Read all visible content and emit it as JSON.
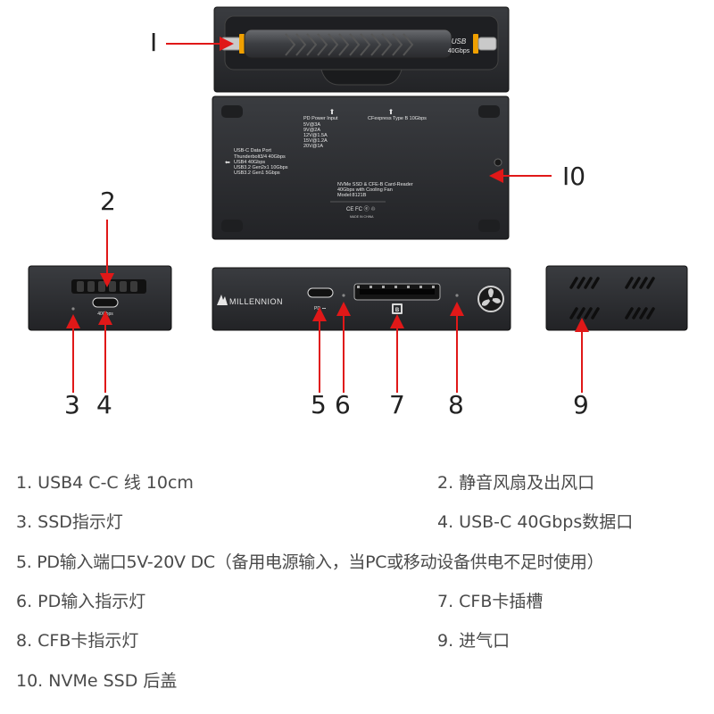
{
  "colors": {
    "arrow": "#e01818",
    "device_body": "#2b2d30",
    "device_edge": "#1c1d1f",
    "label_text": "#e6e6e6",
    "cable_accent": "#f0a000",
    "legend_text": "#4a4a4a"
  },
  "callouts": {
    "c1": "I",
    "c2": "2",
    "c3": "3",
    "c4": "4",
    "c5": "5",
    "c6": "6",
    "c7": "7",
    "c8": "8",
    "c9": "9",
    "c10": "I0"
  },
  "cable_label": {
    "line1": "USB",
    "line2": "40Gbps"
  },
  "bottom_panel": {
    "pd_power_title": "PD Power Input",
    "pd_power_lines": [
      "5V@3A",
      "9V@2A",
      "12V@1.5A",
      "15V@1.2A",
      "20V@1A"
    ],
    "cfexpress": "CFexpress Type B 10Gbps",
    "usbc_title": "USB-C Data Port",
    "usbc_lines": [
      "Thunderbolt3/4 40Gbps",
      "USB4 40Gbps",
      "USB3.2 Gen2x1 10Gbps",
      "USB3.2 Gen1 5Gbps"
    ],
    "product_lines": [
      "NVMe SSD & CFE-B Card-Reader",
      "40Gbps with Cooling Fan",
      "Model:8121B"
    ],
    "cert_marks": "CE FC ⓔ ♲",
    "made_in": "MADE IN CHINA"
  },
  "side_left": {
    "port_label": "40Gbps"
  },
  "front": {
    "brand": "MILLENNION",
    "pd_label": "PD",
    "slot_badge": "B"
  },
  "legend": [
    {
      "text": "1. USB4 C-C 线 10cm"
    },
    {
      "text": "2. 静音风扇及出风口"
    },
    {
      "text": "3. SSD指示灯"
    },
    {
      "text": "4. USB-C 40Gbps数据口"
    },
    {
      "text": "5. PD输入端口5V-20V DC（备用电源输入，当PC或移动设备供电不足时使用）"
    },
    {
      "text": "6. PD输入指示灯"
    },
    {
      "text": "7. CFB卡插槽"
    },
    {
      "text": "8. CFB卡指示灯"
    },
    {
      "text": "9. 进气口"
    },
    {
      "text": "10. NVMe SSD 后盖"
    }
  ]
}
